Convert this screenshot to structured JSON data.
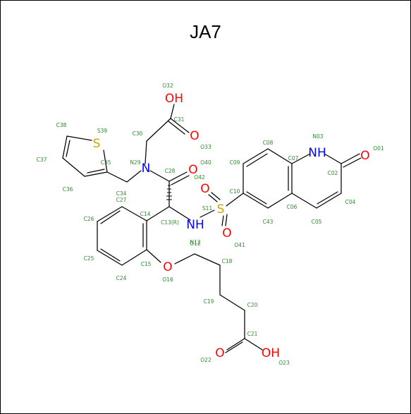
{
  "title": "JA7",
  "colors": {
    "oxygen": "#ff0000",
    "nitrogen": "#0000ff",
    "sulfur": "#c8a800",
    "label": "#2e8b2e",
    "bond": "#000000"
  },
  "heteroatoms": [
    {
      "id": "O-OH-top",
      "text": "OH",
      "el": "O"
    },
    {
      "id": "O-carbonyl-31",
      "text": "O",
      "el": "O"
    },
    {
      "id": "N-29",
      "text": "N",
      "el": "N"
    },
    {
      "id": "O-carbonyl-28",
      "text": "O",
      "el": "O"
    },
    {
      "id": "S-39",
      "text": "S",
      "el": "S"
    },
    {
      "id": "S-11",
      "text": "S",
      "el": "S"
    },
    {
      "id": "O-sulfonyl-top",
      "text": "O",
      "el": "O"
    },
    {
      "id": "O-sulfonyl-bottom",
      "text": "O",
      "el": "O"
    },
    {
      "id": "NH-amide",
      "text": "NH",
      "el": "N"
    },
    {
      "id": "O-16",
      "text": "O",
      "el": "O"
    },
    {
      "id": "NH-03",
      "text": "NH",
      "el": "N"
    },
    {
      "id": "O-01",
      "text": "O",
      "el": "O"
    },
    {
      "id": "O-22",
      "text": "O",
      "el": "O"
    },
    {
      "id": "OH-23",
      "text": "OH",
      "el": "O"
    }
  ],
  "atom_labels": [
    "O32",
    "C31",
    "C30",
    "O33",
    "C38",
    "S39",
    "N29",
    "C28",
    "O40",
    "O42",
    "C37",
    "C35",
    "C34",
    "C27",
    "C36",
    "C26",
    "C14",
    "C13(R)",
    "S11",
    "N12",
    "O12",
    "C25",
    "C15",
    "C24",
    "O16",
    "C18",
    "C19",
    "C20",
    "C21",
    "O22",
    "O23",
    "C08",
    "N03",
    "O01",
    "C09",
    "C07",
    "C02",
    "C10",
    "C06",
    "C04",
    "C43",
    "C05",
    "O41"
  ]
}
